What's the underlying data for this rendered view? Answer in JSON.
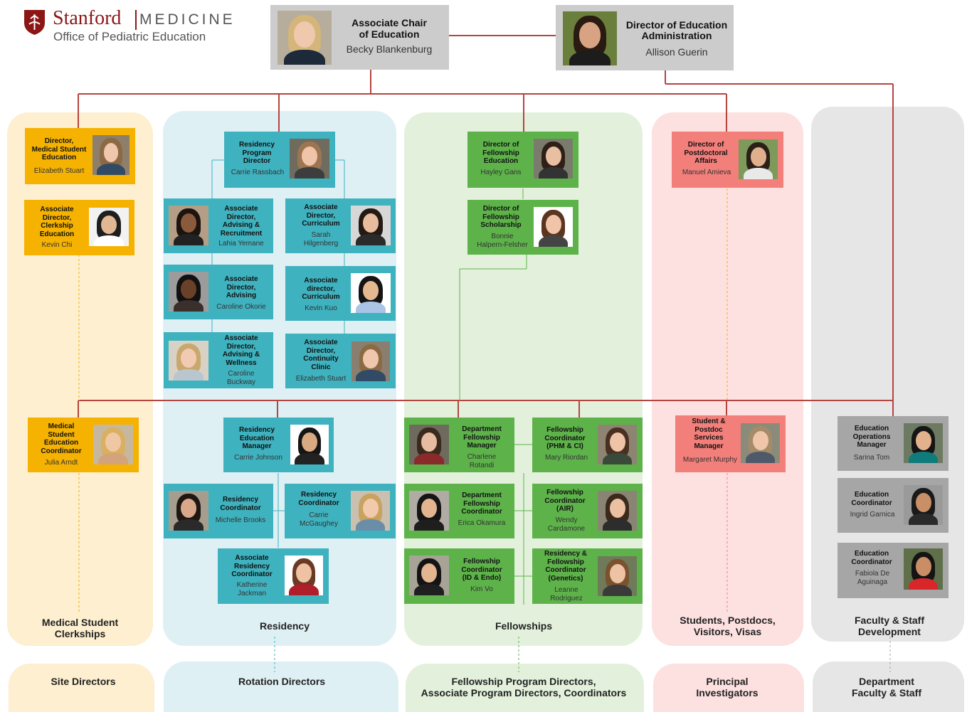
{
  "logo": {
    "name": "Stanford",
    "medicine": "MEDICINE",
    "office": "Office of Pediatric Education",
    "color": "#8c1515"
  },
  "colors": {
    "line": "#b5453f",
    "orange": "#f5b200",
    "teal": "#3fb2bf",
    "green": "#5db34a",
    "pink": "#f37f7b",
    "gray": "#a6a6a6"
  },
  "top": {
    "associate_chair": {
      "role": "Associate Chair\nof Education",
      "name": "Becky Blankenburg"
    },
    "director_admin": {
      "role": "Director of Education\nAdministration",
      "name": "Allison Guerin"
    }
  },
  "columns": {
    "med": {
      "title": "Medical Student\nClerkships",
      "bottom": "Site Directors"
    },
    "res": {
      "title": "Residency",
      "bottom": "Rotation Directors"
    },
    "fel": {
      "title": "Fellowships",
      "bottom": "Fellowship Program Directors,\nAssociate Program Directors, Coordinators"
    },
    "stu": {
      "title": "Students, Postdocs,\nVisitors, Visas",
      "bottom": "Principal\nInvestigators"
    },
    "fac": {
      "title": "Faculty & Staff\nDevelopment",
      "bottom": "Department\nFaculty & Staff"
    }
  },
  "boxes": {
    "med_director": {
      "role": "Director,\nMedical Student\nEducation",
      "name": "Elizabeth Stuart"
    },
    "med_assoc": {
      "role": "Associate\nDirector,\nClerkship\nEducation",
      "name": "Kevin Chi"
    },
    "med_coord": {
      "role": "Medical\nStudent\nEducation\nCoordinator",
      "name": "Julia Arndt"
    },
    "res_director": {
      "role": "Residency\nProgram\nDirector",
      "name": "Carrie Rassbach"
    },
    "res_ad_recruit": {
      "role": "Associate\nDirector,\nAdvising &\nRecruitment",
      "name": "Lahia Yemane"
    },
    "res_ad_curr1": {
      "role": "Associate\nDirector,\nCurriculum",
      "name": "Sarah\nHilgenberg"
    },
    "res_ad_advising": {
      "role": "Associate\nDirector,\nAdvising",
      "name": "Caroline Okorie"
    },
    "res_ad_curr2": {
      "role": "Associate\ndirector,\nCurriculum",
      "name": "Kevin Kuo"
    },
    "res_ad_wellness": {
      "role": "Associate\nDirector,\nAdvising &\nWellness",
      "name": "Caroline\nBuckway"
    },
    "res_ad_clinic": {
      "role": "Associate\nDirector,\nContinuity\nClinic",
      "name": "Elizabeth Stuart"
    },
    "res_manager": {
      "role": "Residency\nEducation\nManager",
      "name": "Carrie Johnson"
    },
    "res_coord1": {
      "role": "Residency\nCoordinator",
      "name": "Michelle Brooks"
    },
    "res_coord2": {
      "role": "Residency\nCoordinator",
      "name": "Carrie\nMcGaughey"
    },
    "res_assoc_coord": {
      "role": "Associate\nResidency\nCoordinator",
      "name": "Katherine\nJackman"
    },
    "fel_director": {
      "role": "Director of\nFellowship\nEducation",
      "name": "Hayley Gans"
    },
    "fel_scholar": {
      "role": "Director of\nFellowship\nScholarship",
      "name": "Bonnie\nHalpern-Felsher"
    },
    "fel_dept_mgr": {
      "role": "Department\nFellowship\nManager",
      "name": "Charlene\nRotandi"
    },
    "fel_coord_phm": {
      "role": "Fellowship\nCoordinator\n(PHM & CI)",
      "name": "Mary Riordan"
    },
    "fel_dept_coord": {
      "role": "Department\nFellowship\nCoordinator",
      "name": "Erica Okamura"
    },
    "fel_coord_air": {
      "role": "Fellowship\nCoordinator\n(AIR)",
      "name": "Wendy\nCardamone"
    },
    "fel_coord_id": {
      "role": "Fellowship\nCoordinator\n(ID & Endo)",
      "name": "Kim Vo"
    },
    "fel_coord_gen": {
      "role": "Residency &\nFellowship\nCoordinator\n(Genetics)",
      "name": "Leanne\nRodriguez"
    },
    "stu_director": {
      "role": "Director of\nPostdoctoral\nAffairs",
      "name": "Manuel Amieva"
    },
    "stu_manager": {
      "role": "Student &\nPostdoc\nServices\nManager",
      "name": "Margaret Murphy"
    },
    "fac_ops": {
      "role": "Education\nOperations\nManager",
      "name": "Sarina Tom"
    },
    "fac_coord1": {
      "role": "Education\nCoordinator",
      "name": "Ingrid Garnica"
    },
    "fac_coord2": {
      "role": "Education\nCoordinator",
      "name": "Fabiola De\nAguinaga"
    }
  }
}
